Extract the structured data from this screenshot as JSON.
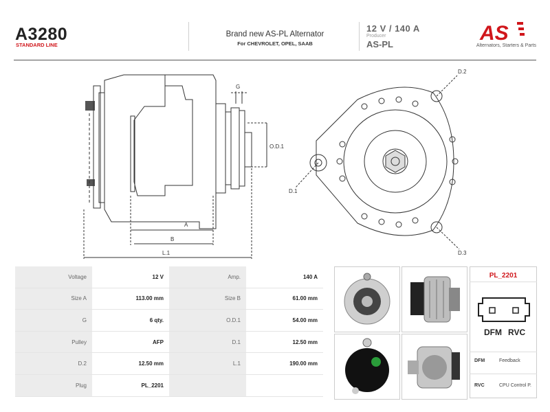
{
  "header": {
    "code": "A3280",
    "line": "STANDARD LINE",
    "desc_title": "Brand new AS-PL Alternator",
    "desc_fit": "For CHEVROLET, OPEL, SAAB",
    "spec": "12 V  /  140 A",
    "producer_label": "Producer",
    "producer": "AS-PL",
    "brand_tagline": "Alternators, Starters & Parts",
    "brand_logo_text": "AS"
  },
  "drawing_labels": {
    "g": "G",
    "od1": "O.D.1",
    "a": "A",
    "b": "B",
    "l1": "L.1",
    "d1": "D.1",
    "d2": "D.2",
    "d3": "D.3"
  },
  "specs": [
    {
      "k1": "Voltage",
      "v1": "12 V",
      "k2": "Amp.",
      "v2": "140 A"
    },
    {
      "k1": "Size A",
      "v1": "113.00 mm",
      "k2": "Size B",
      "v2": "61.00 mm"
    },
    {
      "k1": "G",
      "v1": "6 qty.",
      "k2": "O.D.1",
      "v2": "54.00 mm"
    },
    {
      "k1": "Pulley",
      "v1": "AFP",
      "k2": "D.1",
      "v2": "12.50 mm"
    },
    {
      "k1": "D.2",
      "v1": "12.50 mm",
      "k2": "L.1",
      "v2": "190.00 mm"
    },
    {
      "k1": "Plug",
      "v1": "PL_2201",
      "k2": "",
      "v2": ""
    }
  ],
  "plug": {
    "name": "PL_2201",
    "pins": [
      "DFM",
      "RVC"
    ],
    "legend": [
      {
        "code": "DFM",
        "desc": "Feedback"
      },
      {
        "code": "RVC",
        "desc": "CPU Control P."
      }
    ]
  },
  "colors": {
    "brand_red": "#d0161b",
    "label_bg": "#ececec",
    "rule": "#555555"
  }
}
